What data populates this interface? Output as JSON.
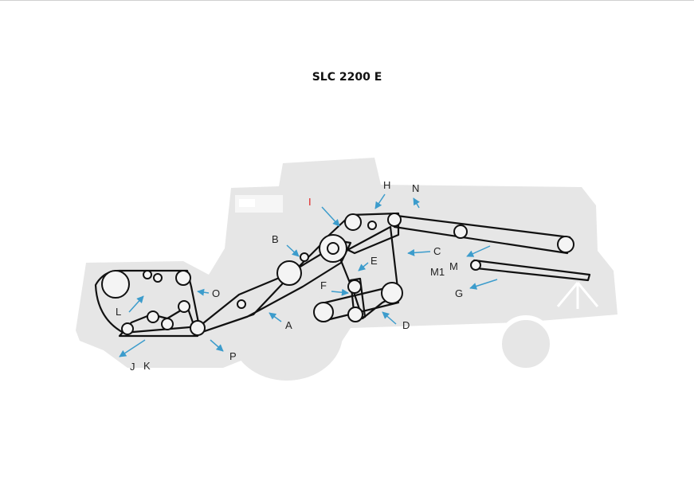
{
  "title": "SLC 2200 E",
  "colors": {
    "silhouette": "#e6e6e6",
    "belt": "#111111",
    "arrow": "#3c9ccc",
    "label_red": "#e02020"
  },
  "labels": {
    "A": "A",
    "B": "B",
    "C": "C",
    "D": "D",
    "E": "E",
    "F": "F",
    "G": "G",
    "H": "H",
    "I": "I",
    "J": "J",
    "K": "K",
    "L": "L",
    "M": "M",
    "M1": "M1",
    "N": "N",
    "O": "O",
    "P": "P"
  }
}
